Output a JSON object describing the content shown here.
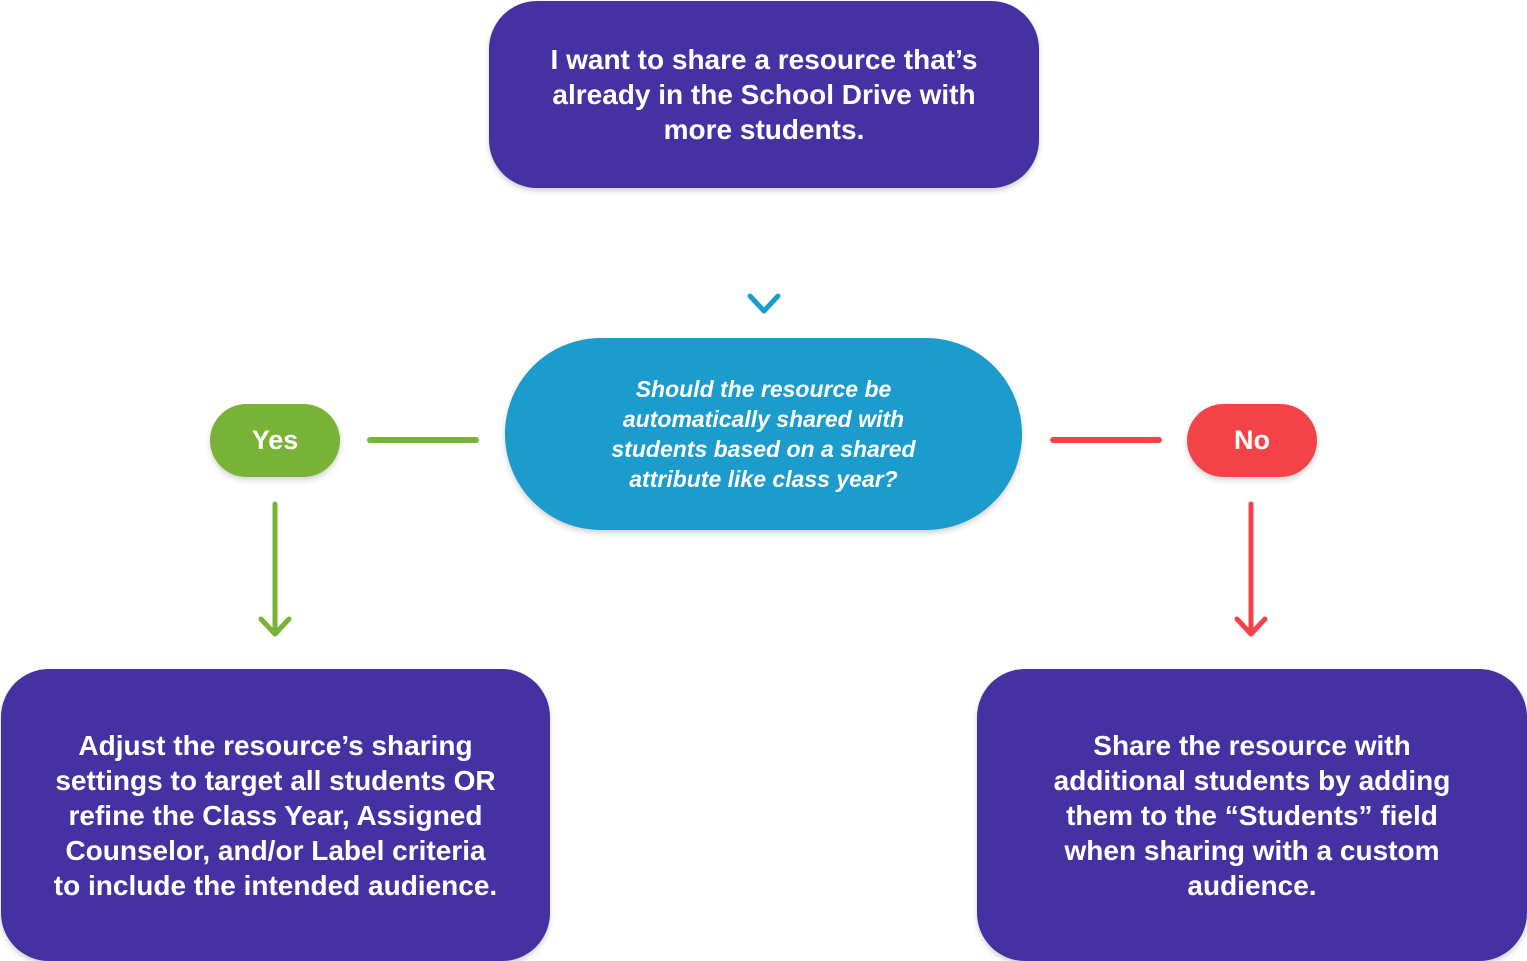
{
  "flowchart": {
    "start_text": "I want to share a resource that’s already in the School Drive with more students.",
    "decision_text": "Should the resource be automatically shared with students based on a shared attribute like class year?",
    "yes_label": "Yes",
    "no_label": "No",
    "yes_outcome": "Adjust the resource’s sharing settings to target all students OR refine the Class Year, Assigned Counselor, and/or Label criteria to include the intended audience.",
    "no_outcome": "Share the resource with additional students by adding them to the “Students” field when sharing with a custom audience."
  },
  "colors": {
    "box_purple": "#4631a3",
    "decision_blue": "#1b9ccd",
    "yes_green": "#78b236",
    "no_red": "#f44348"
  }
}
